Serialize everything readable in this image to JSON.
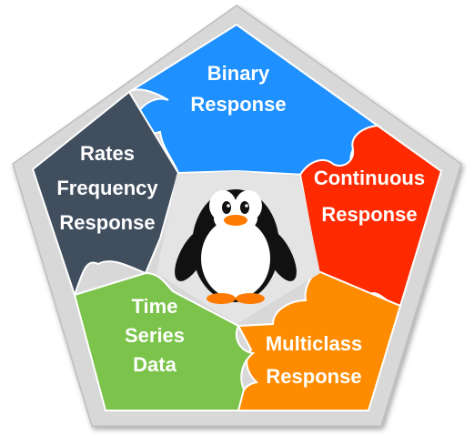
{
  "diagram": {
    "segments": [
      {
        "id": "binary",
        "lines": [
          "Binary",
          "Response"
        ],
        "color": "#1e90ff"
      },
      {
        "id": "continuous",
        "lines": [
          "Continuous",
          "Response"
        ],
        "color": "#ff2a00"
      },
      {
        "id": "multiclass",
        "lines": [
          "Multiclass",
          "Response"
        ],
        "color": "#ff8c00"
      },
      {
        "id": "time-series",
        "lines": [
          "Time",
          "Series",
          "Data"
        ],
        "color": "#7bc34a"
      },
      {
        "id": "rates",
        "lines": [
          "Rates",
          "Frequency",
          "Response"
        ],
        "color": "#404e5e"
      }
    ],
    "center_icon": "penguin-icon",
    "frame_color": "#d8d8d8",
    "center_color": "#e4e4e4"
  }
}
